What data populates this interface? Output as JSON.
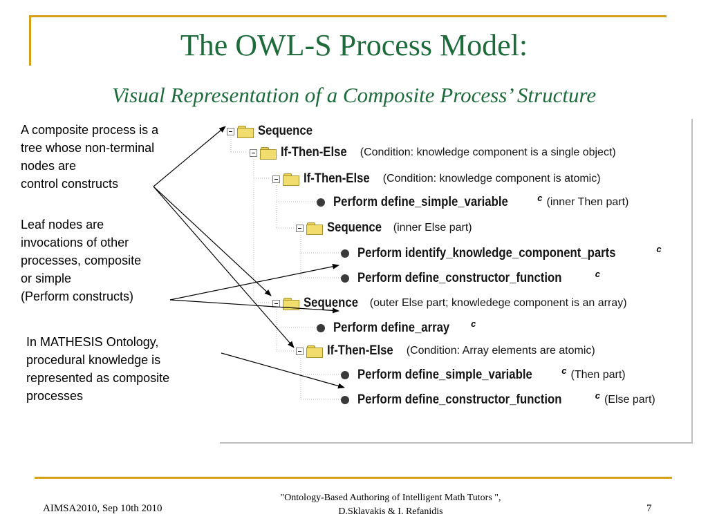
{
  "slide": {
    "title": "The OWL-S Process Model:",
    "subtitle": "Visual Representation of a Composite Process’ Structure"
  },
  "annotations": [
    "A composite process is a\ntree whose non-terminal\nnodes are\ncontrol constructs",
    "Leaf nodes are\ninvocations of other\nprocesses, composite\nor simple\n(Perform constructs)",
    "In MATHESIS Ontology,\nprocedural knowledge is\nrepresented as composite\nprocesses"
  ],
  "tree": {
    "nodes": [
      {
        "kind": "construct",
        "label": "Sequence",
        "note": ""
      },
      {
        "kind": "construct",
        "label": "If-Then-Else",
        "note": "(Condition: knowledge component is a single object)"
      },
      {
        "kind": "construct",
        "label": "If-Then-Else",
        "note": "(Condition: knowledge component is atomic)"
      },
      {
        "kind": "perform",
        "label": "Perform define_simple_variable",
        "mark": "c",
        "note": "(inner Then part)"
      },
      {
        "kind": "construct",
        "label": "Sequence",
        "note": "(inner Else part)"
      },
      {
        "kind": "perform",
        "label": "Perform identify_knowledge_component_parts",
        "mark": "c",
        "note": ""
      },
      {
        "kind": "perform",
        "label": "Perform define_constructor_function",
        "mark": "c",
        "note": ""
      },
      {
        "kind": "construct",
        "label": "Sequence",
        "note": "(outer Else part; knowledege component is an array)"
      },
      {
        "kind": "perform",
        "label": "Perform define_array",
        "mark": "c",
        "note": ""
      },
      {
        "kind": "construct",
        "label": "If-Then-Else",
        "note": "(Condition: Array elements are atomic)"
      },
      {
        "kind": "perform",
        "label": "Perform define_simple_variable",
        "mark": "c",
        "note": "(Then part)"
      },
      {
        "kind": "perform",
        "label": "Perform define_constructor_function",
        "mark": "c",
        "note": "(Else part)"
      }
    ]
  },
  "footer": {
    "left": "AIMSA2010, Sep 10th 2010",
    "center": "\"Ontology-Based Authoring of Intelligent Math Tutors \",\nD.Sklavakis & I. Refanidis",
    "page": "7"
  },
  "colors": {
    "title": "#1d6b3a",
    "rule": "#d4a017",
    "folder": "#f1dc6e"
  }
}
